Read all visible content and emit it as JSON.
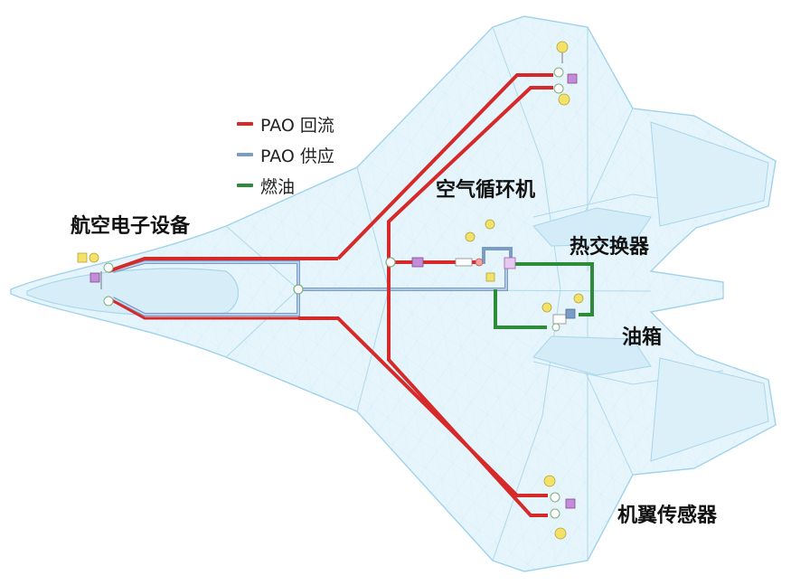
{
  "legend": {
    "items": [
      {
        "label": "PAO 回流",
        "color": "#d62a2a"
      },
      {
        "label": "PAO 供应",
        "color": "#7a9cc6"
      },
      {
        "label": "燃油",
        "color": "#2e8b3a"
      }
    ]
  },
  "labels": {
    "avionics": "航空电子设备",
    "ecs": "空气循环机",
    "heat_exchanger": "热交换器",
    "fuel_tank": "油箱",
    "wing_sensors": "机翼传感器"
  },
  "colors": {
    "airframe_fill": "#e3f4fb",
    "airframe_edge": "#9fd2ea",
    "mesh": "#b9e0f1"
  }
}
